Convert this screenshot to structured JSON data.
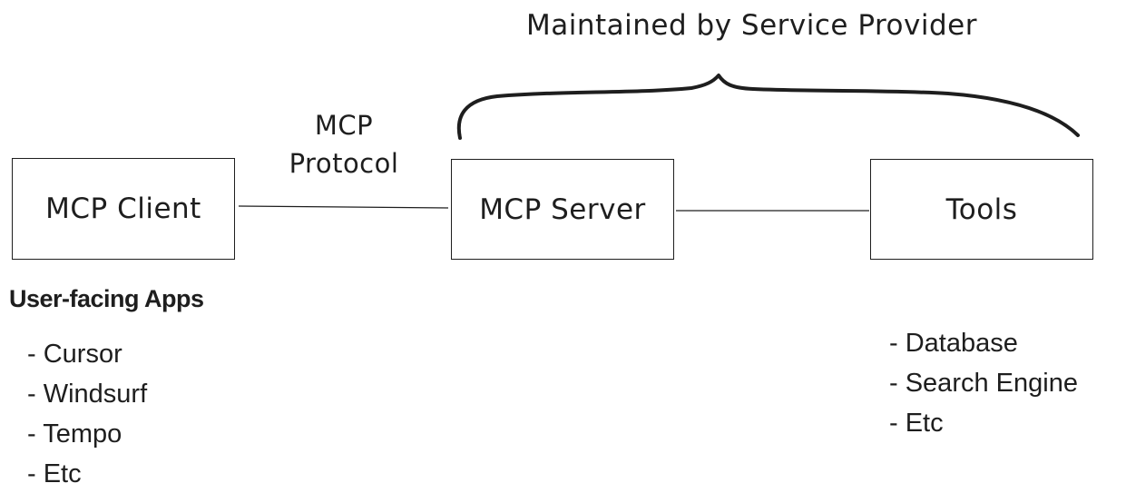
{
  "provider_brace": {
    "caption": "Maintained by Service Provider"
  },
  "nodes": {
    "client": "MCP Client",
    "server": "MCP Server",
    "tools": "Tools"
  },
  "edges": {
    "client_to_server_label": [
      "MCP",
      "Protocol"
    ]
  },
  "client_notes": {
    "heading": "User-facing Apps",
    "items": [
      "- Cursor",
      "- Windsurf",
      "- Tempo",
      "- Etc"
    ]
  },
  "tool_notes": {
    "items": [
      "- Database",
      "- Search Engine",
      "- Etc"
    ]
  }
}
